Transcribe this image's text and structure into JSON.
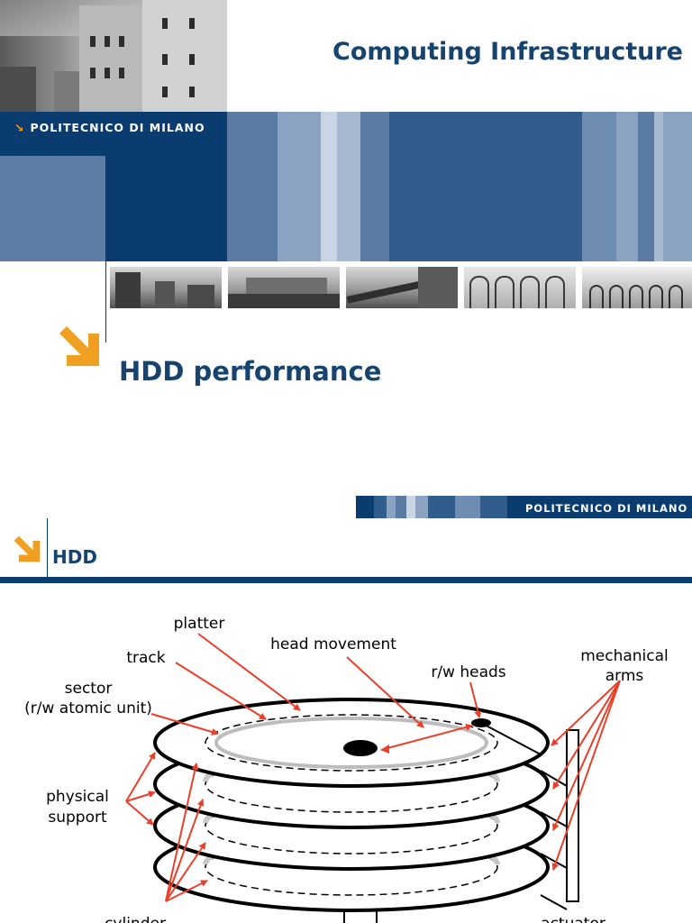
{
  "slide1": {
    "course_title": "Computing Infrastructure",
    "brand": "POLITECNICO DI MILANO",
    "title": "HDD performance"
  },
  "slide2": {
    "brand": "POLITECNICO DI MILANO",
    "title": "HDD",
    "diagram": {
      "labels": {
        "platter": "platter",
        "head_movement": "head movement",
        "track": "track",
        "rw_heads": "r/w heads",
        "mechanical_arms_line1": "mechanical",
        "mechanical_arms_line2": "arms",
        "sector_line1": "sector",
        "sector_line2": "(r/w atomic unit)",
        "physical_support_line1": "physical",
        "physical_support_line2": "support",
        "cylinder": "cylinder",
        "actuator": "actuator"
      },
      "colors": {
        "arrow": "#e8402a",
        "outline": "#000000"
      }
    }
  },
  "colors": {
    "brand_blue": "#0b3c70",
    "title_blue": "#16446e",
    "accent_orange": "#f0a020"
  }
}
